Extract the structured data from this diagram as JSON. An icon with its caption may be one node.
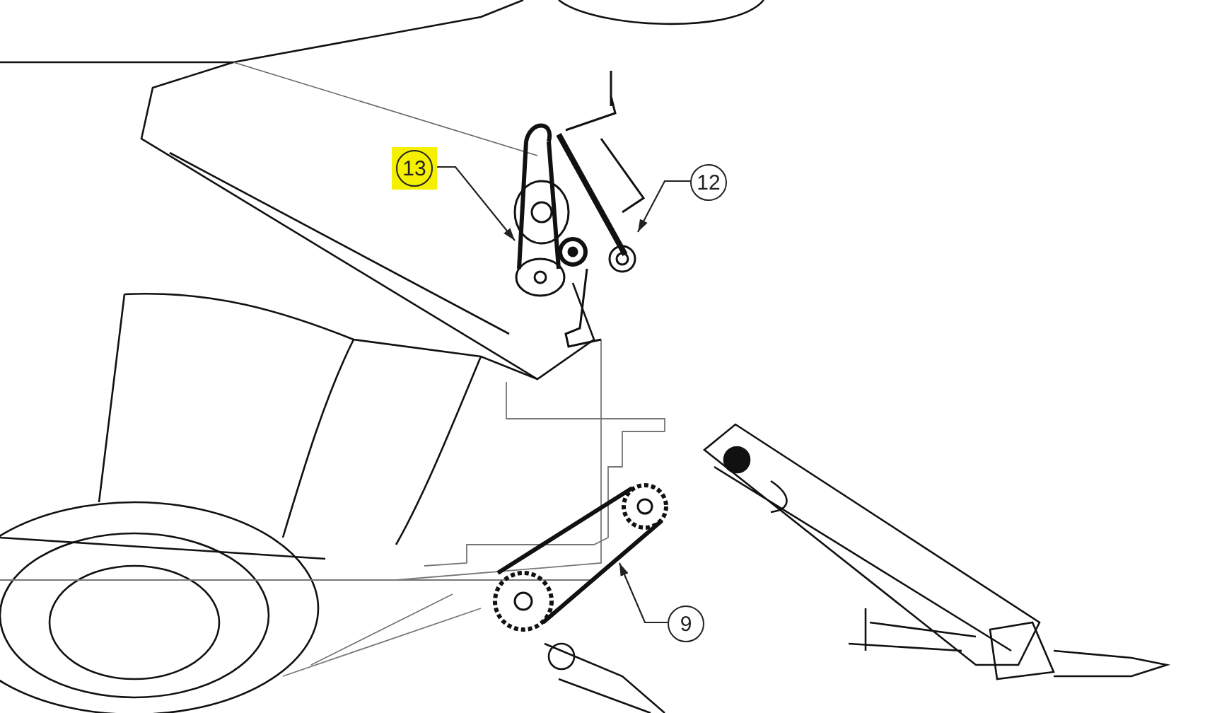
{
  "diagram": {
    "nodes": [
      {
        "text": [
          "13"
        ]
      },
      {
        "text": [],
        "shape": "picture"
      },
      {
        "text": [
          "12"
        ]
      },
      {
        "text": [],
        "shape": "picture"
      },
      {
        "text": [
          "9"
        ]
      },
      {
        "text": [],
        "shape": "picture"
      }
    ],
    "edges": [
      {
        "from": 0,
        "to": 1,
        "arrow": "to"
      },
      {
        "from": 2,
        "to": 3,
        "arrow": "to"
      },
      {
        "from": 4,
        "to": 5,
        "arrow": "to"
      }
    ]
  }
}
